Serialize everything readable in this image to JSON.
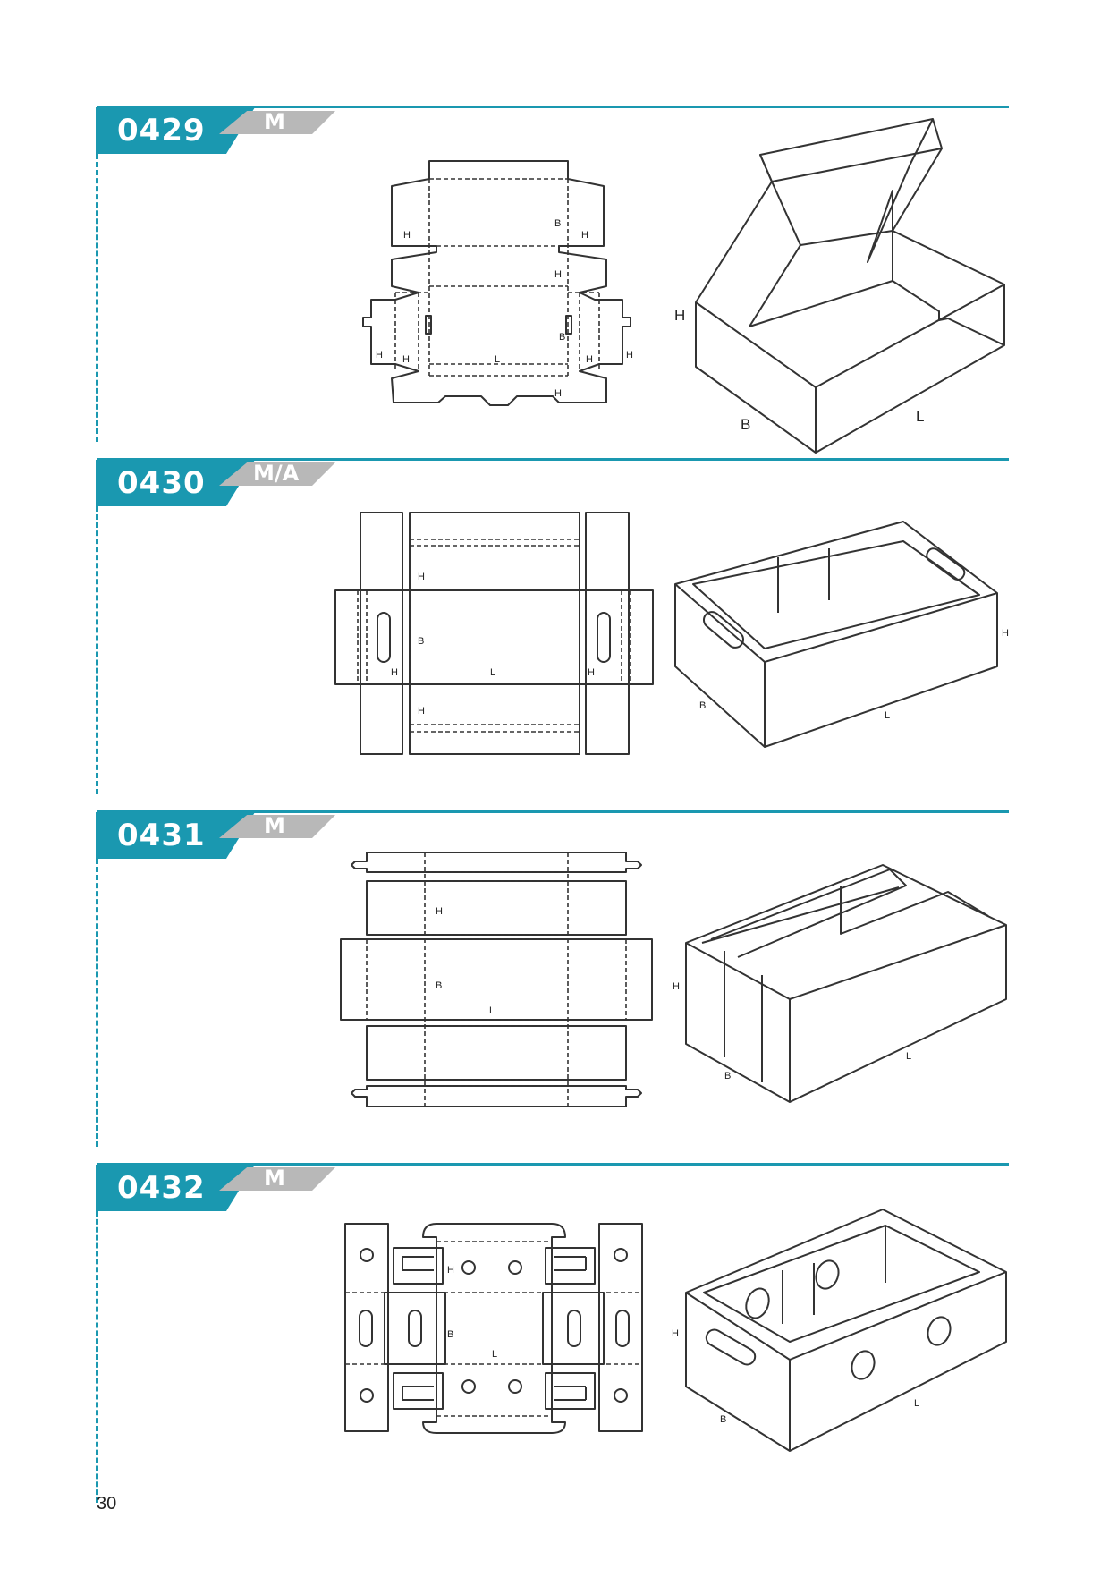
{
  "accent_color": "#1a98b0",
  "tag_color": "#b8b8b8",
  "page_number": "30",
  "sections": [
    {
      "code": "0429",
      "type": "M",
      "flat_labels": {
        "h": "H",
        "b": "B",
        "l": "L"
      },
      "box_labels": {
        "h": "H",
        "b": "B",
        "l": "L"
      }
    },
    {
      "code": "0430",
      "type": "M/A",
      "flat_labels": {
        "h": "H",
        "b": "B",
        "l": "L"
      },
      "box_labels": {
        "h": "H",
        "b": "B",
        "l": "L"
      }
    },
    {
      "code": "0431",
      "type": "M",
      "flat_labels": {
        "h": "H",
        "b": "B",
        "l": "L"
      },
      "box_labels": {
        "h": "H",
        "b": "B",
        "l": "L"
      }
    },
    {
      "code": "0432",
      "type": "M",
      "flat_labels": {
        "h": "H",
        "b": "B",
        "l": "L"
      },
      "box_labels": {
        "h": "H",
        "b": "B",
        "l": "L"
      }
    }
  ]
}
